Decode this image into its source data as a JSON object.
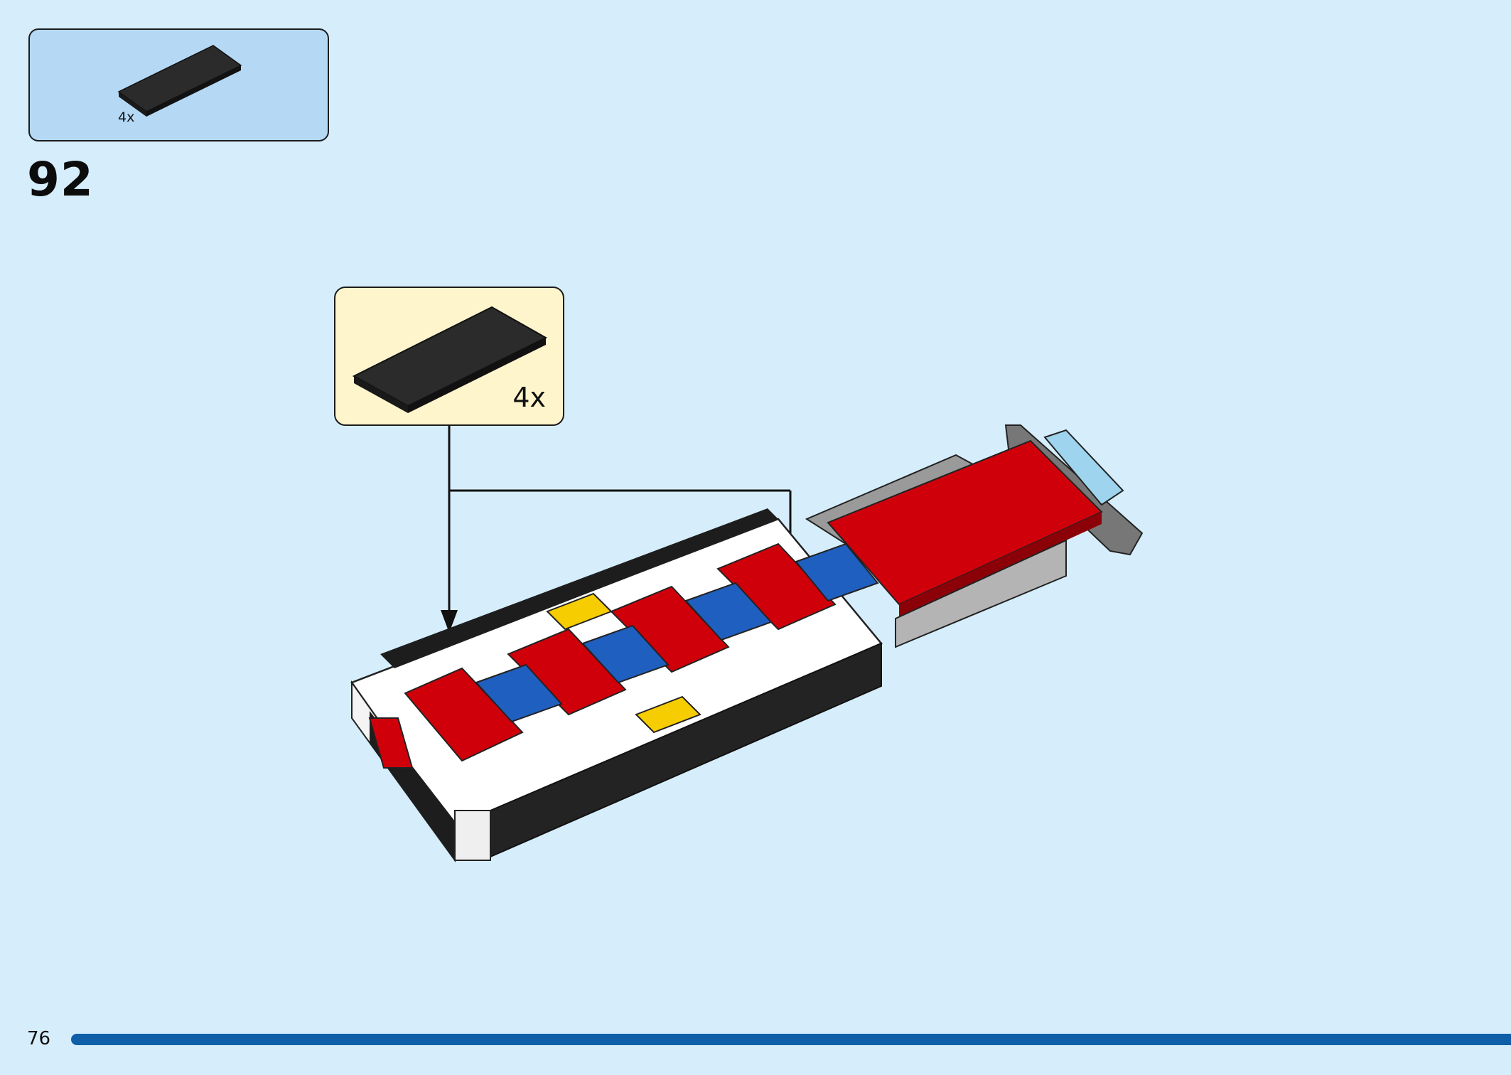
{
  "parts_panel": {
    "quantity": "4x",
    "part": "black-tile-icon"
  },
  "step": {
    "number": "92"
  },
  "callout": {
    "quantity": "4x",
    "part": "black-tile-icon"
  },
  "footer": {
    "page_number": "76",
    "progress_color": "#0f5fa8"
  },
  "colors": {
    "background": "#d6eefc",
    "parts_panel": "#b5d9f5",
    "callout": "#fff5cc",
    "brick_red": "#d0000b",
    "brick_blue": "#1f5fbf",
    "brick_yellow": "#f5cd00",
    "tile_black": "#2b2b2b"
  }
}
